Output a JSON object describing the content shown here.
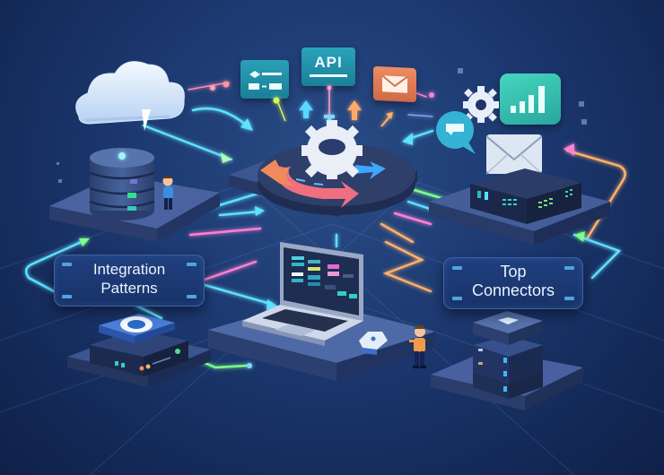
{
  "illustration": {
    "theme": "isometric integration architecture",
    "background_color": "#1d3a72",
    "labels": {
      "integration_patterns": {
        "line1": "Integration",
        "line2": "Patterns"
      },
      "top_connectors": {
        "line1": "Top",
        "line2": "Connectors"
      },
      "api_card": "API"
    },
    "icons": [
      "cloud-icon",
      "database-icon",
      "workflow-card-icon",
      "api-card-icon",
      "email-card-icon",
      "gear-icon",
      "chat-bubble-icon",
      "bar-chart-card-icon",
      "envelope-icon",
      "central-gear-hub-icon",
      "laptop-icon",
      "server-stack-icon",
      "network-device-icon",
      "person-blue-icon",
      "person-orange-icon"
    ],
    "colors": {
      "cyan_flow": "#5fe0ff",
      "green_flow": "#7dff8a",
      "pink_flow": "#ff7fd2",
      "orange_flow": "#ffb06a",
      "teal_card": "#1f8fa6",
      "orange_card": "#e07a55",
      "chart_card": "#36c3b0",
      "label_bg": "#1f3f7e"
    }
  }
}
